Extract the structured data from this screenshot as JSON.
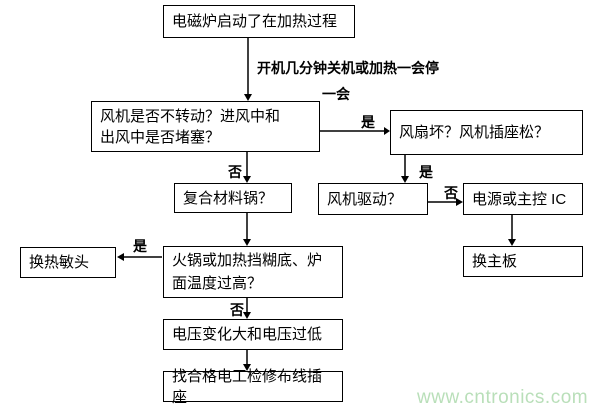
{
  "diagram_title": "induction-cooker-troubleshooting-flowchart",
  "nodes": {
    "start": "电磁炉启动了在加热过程",
    "fan_stuck": "风机是否不转动？进风中和\n出风中是否堵塞？",
    "fan_broken": "风扇坏？风机插座松？",
    "fan_drive": "风机驱动？",
    "power_ic": "电源或主控 IC",
    "replace_board": "换主板",
    "composite_pot": "复合材料锅？",
    "overheat": "火锅或加热挡糊底、炉\n面温度过高？",
    "replace_thermistor": "换热敏头",
    "voltage": "电压变化大和电压过低",
    "electrician": "找合格电工检修布线插座"
  },
  "edge_labels": {
    "trigger_line1": "开机几分钟关机或加热一会停",
    "trigger_line2": "一会",
    "yes": "是",
    "no": "否"
  },
  "watermark": {
    "text": "www.cntronics.com",
    "color": "#b9dfb9"
  },
  "colors": {
    "line": "#000000",
    "box_border": "#000000",
    "background": "#ffffff"
  }
}
